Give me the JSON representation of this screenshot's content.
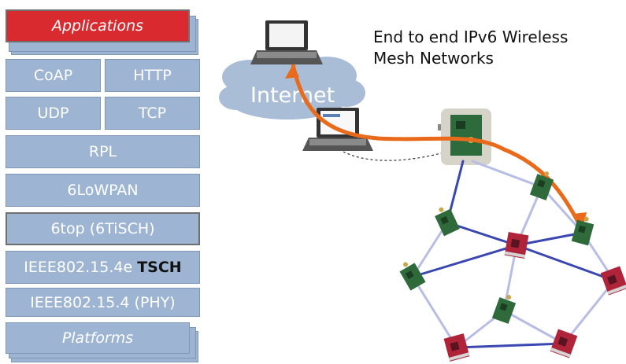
{
  "protocol_stack": {
    "applications": "Applications",
    "coap": "CoAP",
    "http": "HTTP",
    "udp": "UDP",
    "tcp": "TCP",
    "rpl": "RPL",
    "sixlowpan": "6LoWPAN",
    "sixtop": "6top (6TiSCH)",
    "ieee_mac_prefix": "IEEE802.15.4e",
    "ieee_mac_bold": "TSCH",
    "ieee_phy": "IEEE802.15.4 (PHY)",
    "platforms": "Platforms"
  },
  "title": {
    "line1": "End to end IPv6 Wireless",
    "line2": "Mesh Networks"
  },
  "internet_label": "Internet",
  "colors": {
    "stack_fill": "#9db5d3",
    "applications_fill": "#d92b2f",
    "arrow": "#e86a1a",
    "mesh_link_strong": "#3a47b0",
    "mesh_link_light": "#b8bde6",
    "node_green": "#2f6b3a",
    "node_red": "#b0243a"
  }
}
